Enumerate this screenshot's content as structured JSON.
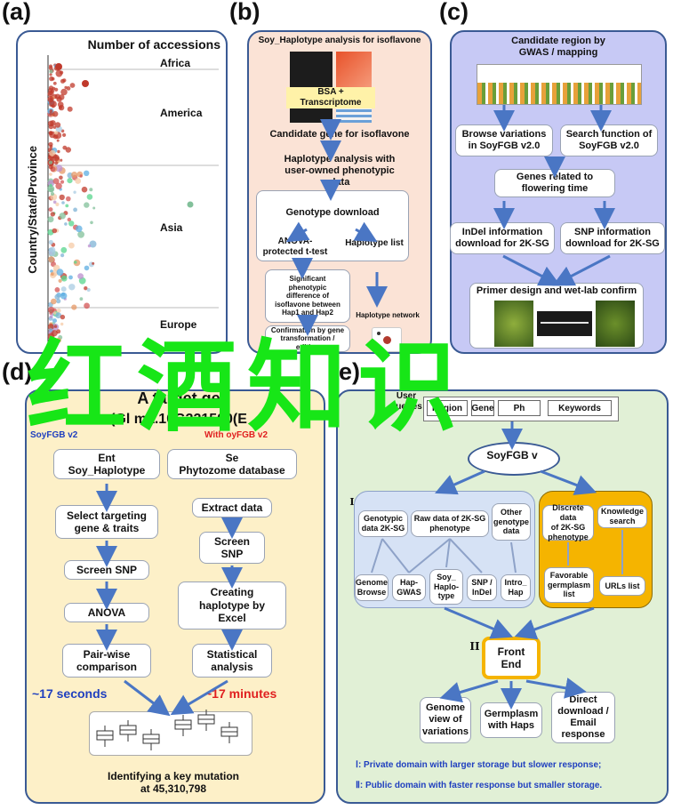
{
  "labels": {
    "a": "(a)",
    "b": "(b)",
    "c": "(c)",
    "d": "(d)",
    "e": "(e)"
  },
  "colors": {
    "arrow": "#4a76c4",
    "panel_b_bg": "#fbe3d6",
    "panel_c_bg": "#c7c9f5",
    "panel_d_bg": "#fdf0c8",
    "panel_e_bg": "#e1f0d6",
    "panel_e1_bg": "#d6e2f5",
    "panel_e2_bg": "#f5b400",
    "red": "#e02020",
    "blue": "#1f3fbf",
    "watermark": "#17e617"
  },
  "panel_a": {
    "title": "Number of accessions",
    "ylabel": "Country/State/Province",
    "regions": [
      "Africa",
      "America",
      "Asia",
      "Europe"
    ]
  },
  "panel_b": {
    "title": "Soy_Haplotype analysis for isoflavone",
    "bsa": "BSA + Transcriptome",
    "candidate": "Candidate gene for isoflavone",
    "haplotype_analysis": "Haplotype analysis with\nuser-owned phenotypic\ndata",
    "genotype_download": "Genotype download",
    "anova": "ANOVA-\nprotected t-test",
    "haplotype_list": "Haplotype list",
    "significant": "Significant\nphenotypic\ndifference of\nisoflavone between\nHap1 and Hap2",
    "haplotype_network": "Haplotype network",
    "confirmation": "Confirmation by gene\ntransformation /\nediting"
  },
  "panel_c": {
    "title": "Candidate region by\nGWAS / mapping",
    "browse": "Browse variations\nin SoyFGB v2.0",
    "search": "Search function of\nSoyFGB v2.0",
    "genes": "Genes related to\nflowering time",
    "indel": "InDel information\ndownload for 2K-SG",
    "snp": "SNP information\ndownload for 2K-SG",
    "primer": "Primer design and wet-lab confirm"
  },
  "panel_d": {
    "title_l1": "A target ge",
    "title_l2": "(Gl  ma.10G221500(E",
    "left_header": "  SoyFGB v2",
    "right_header": "With    oyFGB v2",
    "enter": "Ent\nSoy_Haplotype",
    "search": "Se\nPhytozome database",
    "left_steps": [
      "Select targeting\ngene & traits",
      "Screen SNP",
      "ANOVA",
      "Pair-wise\ncomparison"
    ],
    "right_steps": [
      "Extract data",
      "Screen\nSNP",
      "Creating\nhaplotype by\nExcel",
      "Statistical\nanalysis"
    ],
    "time_fast": "~17 seconds",
    "time_slow": "~17 minutes",
    "result": "Identifying a key mutation\nat 45,310,798"
  },
  "panel_e": {
    "user_queries": "User\nqueries",
    "queries": [
      "Region",
      "Gene",
      "Ph",
      "Keywords"
    ],
    "hub": "SoyFGB v",
    "domain1": "I",
    "domain2": "II",
    "private_top": [
      "Genotypic\ndata 2K-SG",
      "Raw data of 2K-SG\nphenotype",
      "Other\ngenotype\ndata"
    ],
    "private_tools": [
      "Genome\nBrowse",
      "Hap-\nGWAS",
      "Soy_\nHaplo-\ntype",
      "SNP /\nInDel",
      "Intro_\nHap"
    ],
    "public_top": [
      "Discrete data\nof 2K-SG\nphenotype",
      "Knowledge\nsearch"
    ],
    "public_bottom": [
      "Favorable\ngermplasm\nlist",
      "URLs list"
    ],
    "front_end": "Front\nEnd",
    "outputs": [
      "Genome\nview of\nvariations",
      "Germplasm\nwith Haps",
      "Direct\ndownload /\nEmail\nresponse"
    ],
    "legend1": "Ⅰ:  Private domain with larger storage but slower response;",
    "legend2": "Ⅱ:  Public domain with faster response but smaller storage."
  },
  "watermark": "红酒知识"
}
